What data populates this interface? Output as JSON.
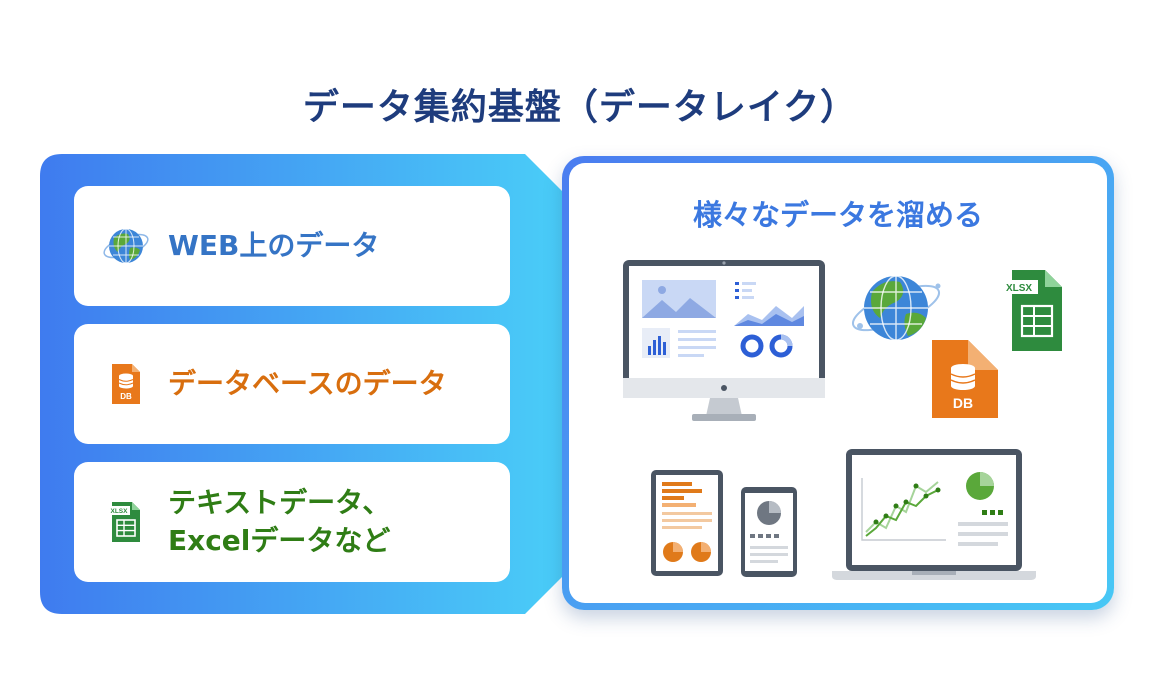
{
  "title": "データ集約基盤（データレイク）",
  "left": {
    "items": [
      {
        "label": "WEB上のデータ",
        "icon": "globe-icon",
        "color": "#3574c5"
      },
      {
        "label": "データベースのデータ",
        "icon": "database-file-icon",
        "color": "#d86e0e"
      },
      {
        "label_line1": "テキストデータ、",
        "label_line2": "Excelデータなど",
        "icon": "xlsx-file-icon",
        "color": "#2f7d15"
      }
    ],
    "xlsx_tag": "XLSX",
    "db_tag": "DB"
  },
  "right": {
    "subtitle": "様々なデータを溜める",
    "xlsx_tag": "XLSX",
    "db_tag": "DB"
  },
  "colors": {
    "panel_gradient_start": "#3f7bef",
    "panel_gradient_end": "#4ad0f8",
    "title": "#1e3c7d",
    "subtitle": "#3b78e0"
  }
}
